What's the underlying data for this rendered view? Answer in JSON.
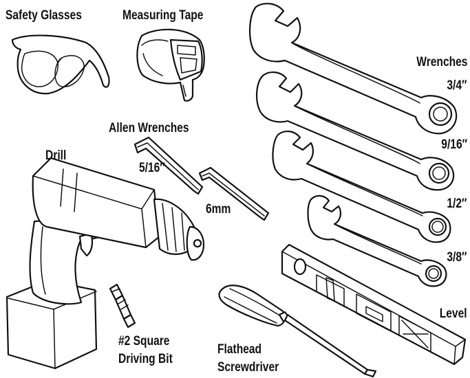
{
  "labels": {
    "safety_glasses": "Safety Glasses",
    "measuring_tape": "Measuring Tape",
    "allen_wrenches": "Allen Wrenches",
    "allen_5_16": "5/16″",
    "allen_6mm": "6mm",
    "drill": "Drill",
    "driving_bit_line1": "#2 Square",
    "driving_bit_line2": "Driving Bit",
    "flathead_line1": "Flathead",
    "flathead_line2": "Screwdriver",
    "wrenches": "Wrenches",
    "wrench_3_4": "3/4″",
    "wrench_9_16": "9/16″",
    "wrench_1_2": "1/2″",
    "wrench_3_8": "3/8″",
    "level": "Level"
  }
}
